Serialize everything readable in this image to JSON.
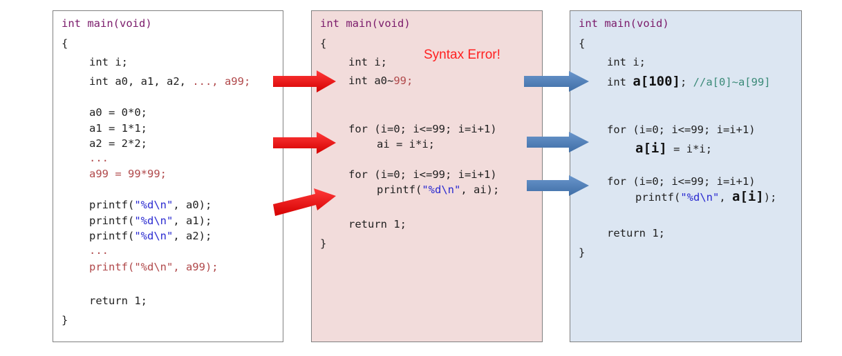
{
  "left": {
    "lines": [
      "int main(void)",
      "{",
      "int i;",
      "int a0, a1, a2, ",
      "..., a99;",
      "a0 = 0*0;",
      "a1 = 1*1;",
      "a2 = 2*2;",
      "...",
      "a99 = 99*99;",
      "printf(",
      "\"%d\\n\"",
      ", a0);",
      "printf(",
      "\"%d\\n\"",
      ", a1);",
      "printf(",
      "\"%d\\n\"",
      ", a2);",
      "...",
      "printf(\"%d\\n\", a99);",
      "return 1;",
      "}"
    ]
  },
  "middle": {
    "error_label": "Syntax Error!",
    "lines": [
      "int main(void)",
      "{",
      "int i;",
      "int a0~",
      "99;",
      "for (i=0; i<=99; i=i+1)",
      "ai = i*i;",
      "for (i=0; i<=99; i=i+1)",
      "printf(",
      "\"%d\\n\"",
      ", ai);",
      "return 1;",
      "}"
    ]
  },
  "right": {
    "lines": [
      "int main(void)",
      "{",
      "int i;",
      "int ",
      "a[100]",
      ";",
      "//a[0]~a[99]",
      "for (i=0; i<=99; i=i+1)",
      "a[i]",
      " = i*i;",
      "for (i=0; i<=99; i=i+1)",
      "printf(",
      "\"%d\\n\"",
      ", ",
      "a[i]",
      ");",
      "return 1;",
      "}"
    ]
  },
  "colors": {
    "red_arrow": "#ff0000",
    "blue_arrow": "#4f81bd",
    "middle_panel": "#f2dcdb",
    "right_panel": "#dce6f2",
    "keyword": "#7a1a6a",
    "string": "#2a2ad0",
    "error": "#ff2020"
  }
}
